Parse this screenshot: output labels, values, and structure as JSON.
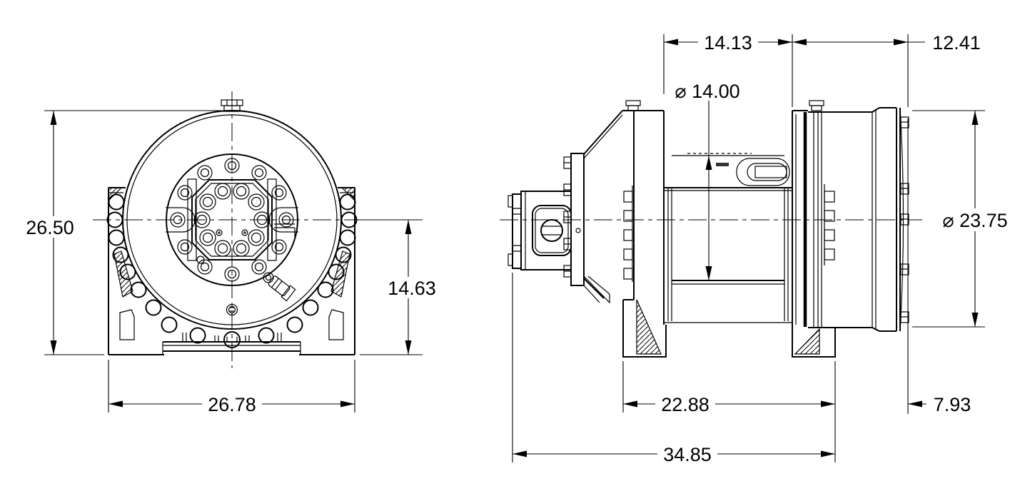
{
  "front_view": {
    "overall_height": "26.50",
    "base_width": "26.78",
    "centerline_to_base": "14.63"
  },
  "side_view": {
    "drum_length": "14.13",
    "end_section_length": "12.41",
    "barrel_diameter": "⌀ 14.00",
    "housing_diameter": "⌀ 23.75",
    "feet_span": "22.88",
    "end_overhang": "7.93",
    "overall_length": "34.85"
  }
}
